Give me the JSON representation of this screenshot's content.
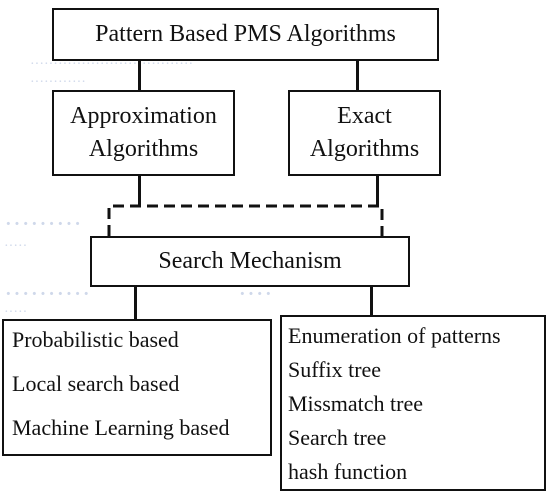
{
  "top": {
    "label": "Pattern Based PMS Algorithms"
  },
  "approx": {
    "line1": "Approximation",
    "line2": "Algorithms"
  },
  "exact": {
    "line1": "Exact",
    "line2": "Algorithms"
  },
  "search": {
    "label": "Search Mechanism"
  },
  "left_list": {
    "items": [
      "Probabilistic based",
      "Local search based",
      "Machine Learning based"
    ]
  },
  "right_list": {
    "items": [
      "Enumeration of patterns",
      "Suffix tree",
      "Missmatch tree",
      "Search tree",
      "hash function"
    ]
  },
  "colors": {
    "line": "#111111",
    "background": "#ffffff",
    "ghost_text": "#cfd8ea"
  }
}
